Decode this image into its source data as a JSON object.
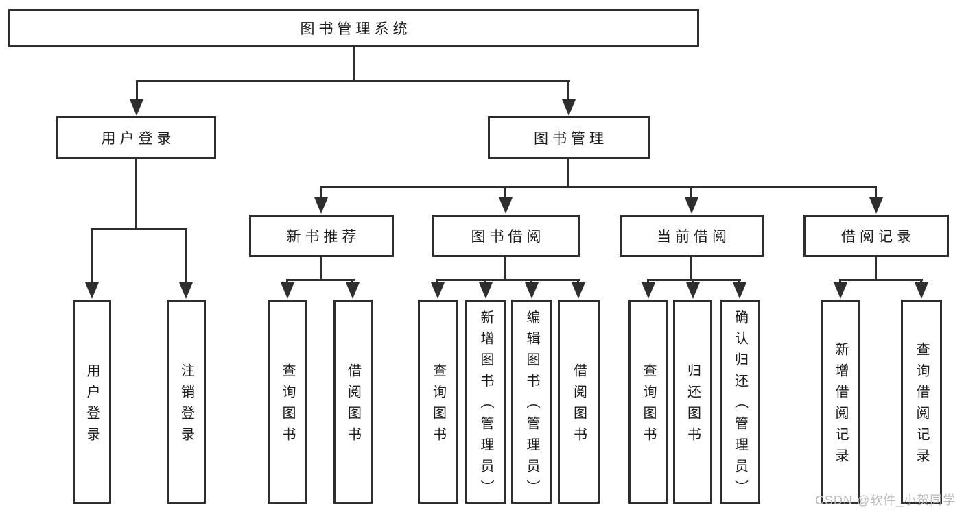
{
  "diagram": {
    "root": {
      "label": "图书管理系统"
    },
    "branches": [
      {
        "label": "用户登录",
        "children": [
          {
            "label": "用户登录"
          },
          {
            "label": "注销登录"
          }
        ]
      },
      {
        "label": "图书管理",
        "children": [
          {
            "label": "新书推荐",
            "children": [
              {
                "label": "查询图书"
              },
              {
                "label": "借阅图书"
              }
            ]
          },
          {
            "label": "图书借阅",
            "children": [
              {
                "label": "查询图书"
              },
              {
                "label": "新增图书（管理员）"
              },
              {
                "label": "编辑图书（管理员）"
              },
              {
                "label": "借阅图书"
              }
            ]
          },
          {
            "label": "当前借阅",
            "children": [
              {
                "label": "查询图书"
              },
              {
                "label": "归还图书"
              },
              {
                "label": "确认归还（管理员）"
              }
            ]
          },
          {
            "label": "借阅记录",
            "children": [
              {
                "label": "新增借阅记录"
              },
              {
                "label": "查询借阅记录"
              }
            ]
          }
        ]
      }
    ]
  },
  "watermark": {
    "text": "CSDN @软件_小贺同学"
  },
  "colors": {
    "line": "#2e2e2e",
    "text": "#1c1c1c",
    "watermark": "#b9b9b9",
    "background": "#ffffff"
  }
}
